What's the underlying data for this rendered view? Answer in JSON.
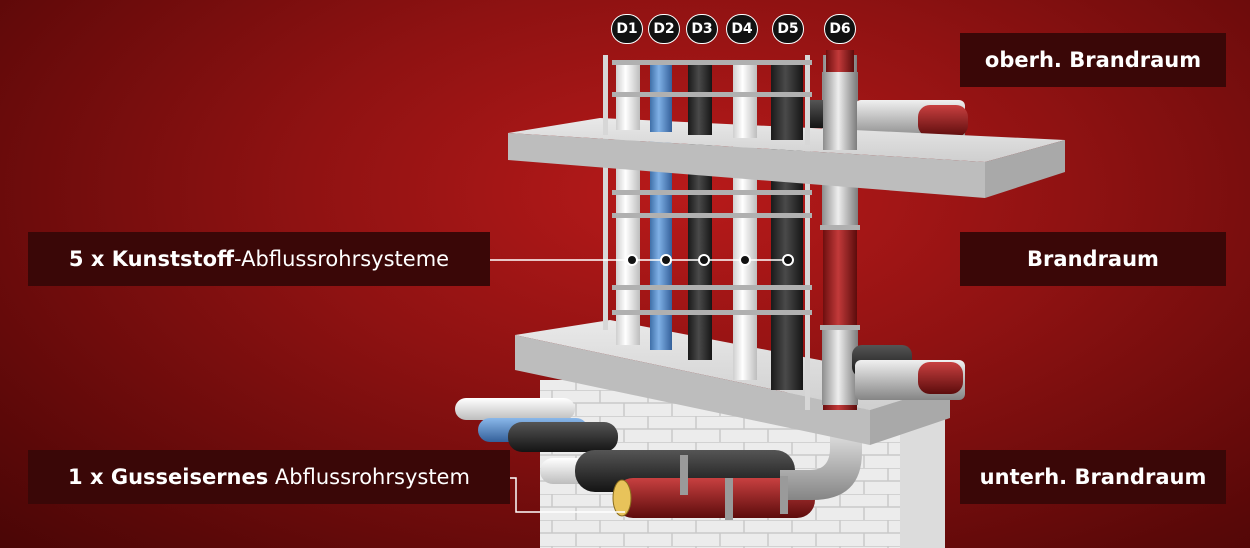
{
  "pipe_tags": [
    "D1",
    "D2",
    "D3",
    "D4",
    "D5",
    "D6"
  ],
  "zones": {
    "upper": "oberh. Brandraum",
    "middle": "Brandraum",
    "lower": "unterh. Brandraum"
  },
  "callouts": {
    "plastic": {
      "bold": "5 x Kunststoff",
      "rest": "-Abflussrohrsysteme"
    },
    "cast_iron": {
      "bold": "1 x Gusseisernes",
      "rest": " Abflussrohrsystem"
    }
  },
  "colors": {
    "background": "#8f1212",
    "label_box": "#3a0707",
    "pipe_white": "#f2f2f2",
    "pipe_blue": "#5b8fc9",
    "pipe_dark": "#2b2b2b",
    "pipe_red": "#9c1c1c",
    "sleeve_silver": "#c8c8c8",
    "concrete": "#d9d9d9"
  }
}
